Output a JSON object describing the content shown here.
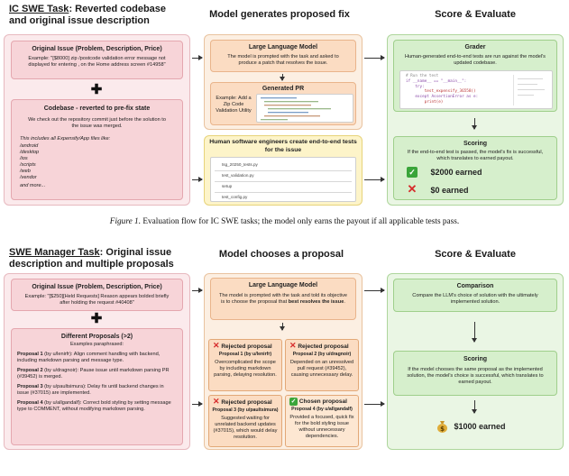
{
  "top": {
    "col1_head_a": "IC SWE Task",
    "col1_head_b": ": Reverted codebase",
    "col1_head_c": "and original issue description",
    "col2_head": "Model generates proposed fix",
    "col3_head": "Score & Evaluate",
    "orig_title": "Original Issue (Problem, Description, Price)",
    "orig_body": "Example: \"[$8000] zip /postcode validation error message not displayed for entering , on the Home address screen #14958\"",
    "codebase_title": "Codebase - reverted to pre-fix state",
    "codebase_body": "We check out the repository commit just before the solution to the issue was merged.",
    "files_intro": "This includes all Expensify/App files like:",
    "files": [
      "/android",
      "/desktop",
      "/ios",
      "/scripts",
      "/web",
      "/vendor"
    ],
    "files_more": "and more...",
    "llm_title": "Large Language Model",
    "llm_body": "The model is prompted with the task and asked to produce a patch that resolves the issue.",
    "pr_title": "Generated PR",
    "pr_example": "Example: Add a Zip Code Validation Utility",
    "engineers_title": "Human software engineers create end-to-end tests for the issue",
    "test_files": [
      "tsg_20250_tests.py",
      "test_validation.py",
      "setup",
      "test_config.py"
    ],
    "grader_title": "Grader",
    "grader_body": "Human-generated end-to-end tests are run against the model's updated codebase.",
    "grader_code": [
      "# Run the test",
      "if __name__ == \"__main__\":",
      "    try:",
      "        test_expensify_36558()",
      "    except AssertionError as e:",
      "        print(e)"
    ],
    "scoring_title": "Scoring",
    "scoring_body": "If the end-to-end test is passed, the model's fix is successful, which translates to earned payout.",
    "earned_pass": "$2000 earned",
    "earned_fail": "$0 earned"
  },
  "caption1_prefix": "Figure 1.",
  "caption1_text": " Evaluation flow for IC SWE tasks; the model only earns the payout if all applicable tests pass.",
  "bottom": {
    "col1_head_a": "SWE Manager Task",
    "col1_head_b": ": Original issue",
    "col1_head_c": "description and multiple proposals",
    "col2_head": "Model chooses a proposal",
    "col3_head": "Score & Evaluate",
    "orig_title": "Original Issue (Problem, Description, Price)",
    "orig_body": "Example: \"[$250][Held Requests] Reason appears bolded briefly after holding the request #40408\"",
    "proposals_title": "Different Proposals (>2)",
    "proposals_sub": "Examples paraphrased:",
    "proposals": [
      {
        "label": "Proposal 1",
        "author": " (by u/lenirfr):",
        "text": " Align comment handling with backend, including markdown parsing and message type."
      },
      {
        "label": "Proposal 2",
        "author": " (by u/dragnoir):",
        "text": " Pause issue until markdown parsing PR (#39452) is merged."
      },
      {
        "label": "Proposal 3",
        "author": " (by u/paultsimura):",
        "text": " Delay fix until backend changes in issue (#37015) are implemented."
      },
      {
        "label": "Proposal 4",
        "author": " (by u/allgandalf):",
        "text": " Correct bold styling by setting message type to COMMENT, without modifying markdown parsing."
      }
    ],
    "llm_title": "Large Language Model",
    "llm_body_a": "The model is prompted with the task and told its objective is to choose the proposal that ",
    "llm_body_b": "best resolves the issue",
    "llm_body_c": ".",
    "cards": [
      {
        "status": "Rejected proposal",
        "who": "Proposal 1 (by u/lenirfr)",
        "why": "Overcomplicated the scope by including markdown parsing, delaying resolution."
      },
      {
        "status": "Rejected proposal",
        "who": "Proposal 2 (by u/dragnoir)",
        "why": "Depended on an unresolved pull request (#39452), causing unnecessary delay."
      },
      {
        "status": "Rejected proposal",
        "who": "Proposal 3 (by u/paultsimura)",
        "why": "Suggested waiting for unrelated backend updates (#37015), which would delay resolution."
      },
      {
        "status": "Chosen proposal",
        "who": "Proposal 4 (by u/allgandalf)",
        "why": "Provided a focused, quick fix for the bold styling issue without unnecessary dependencies."
      }
    ],
    "comparison_title": "Comparison",
    "comparison_body": "Compare the LLM's choice of solution with the ultimately implemented solution.",
    "scoring_title": "Scoring",
    "scoring_body": "If the model chooses the same proposal as the implemented solution, the model's choice is successful, which translates to earned payout.",
    "earned": "$1000 earned"
  },
  "colors": {
    "pink": "#f7d4d8",
    "orange": "#fbdcc2",
    "green": "#d6efcc",
    "red": "#d62c2c",
    "check_green": "#3aa53a"
  }
}
